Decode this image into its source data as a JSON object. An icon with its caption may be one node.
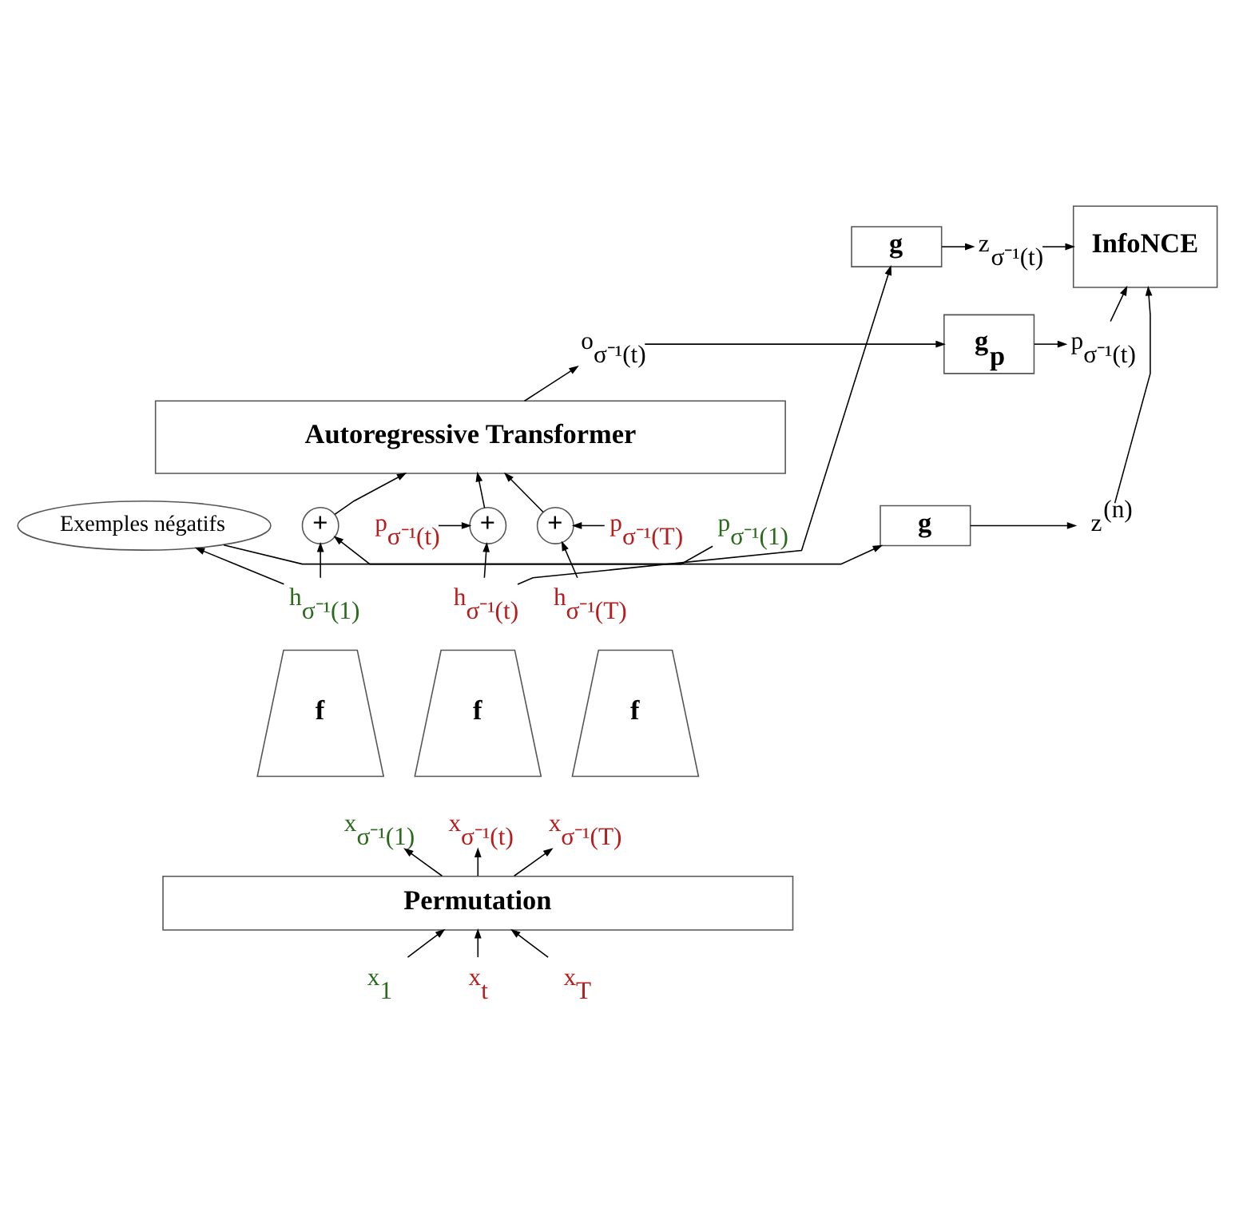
{
  "diagram": {
    "nodes": [
      {
        "text": [
          "Exemples négatifs"
        ]
      },
      {
        "text": [
          "g"
        ]
      },
      {
        "text": [
          "z$^{(n)}$"
        ]
      },
      {
        "text": [
          "InfoNCE"
        ]
      },
      {
        "text": [
          "g"
        ]
      },
      {
        "text": [
          "z$_{σ⁻¹(t)}$"
        ]
      },
      {
        "text": [
          "o$_{σ⁻¹(t)}$"
        ]
      },
      {
        "text": [
          "g$_{p}$"
        ]
      },
      {
        "text": [
          "p$_{σ⁻¹(t)}$"
        ]
      },
      {
        "text": [
          "Autoregressive Transformer"
        ]
      },
      {
        "text": [
          "+"
        ]
      },
      {
        "text": [
          "p$_{σ⁻¹(1)}$"
        ]
      },
      {
        "text": [
          "+"
        ]
      },
      {
        "text": [
          "p$_{σ⁻¹(t)}$"
        ]
      },
      {
        "text": [
          "+"
        ]
      },
      {
        "text": [
          "p$_{σ⁻¹(T)}$"
        ]
      },
      {
        "text": [
          "h$_{σ⁻¹(1)}$"
        ]
      },
      {
        "text": [
          "h$_{σ⁻¹(t)}$"
        ]
      },
      {
        "text": [
          "h$_{σ⁻¹(T)}$"
        ]
      },
      {
        "text": [
          "f"
        ]
      },
      {
        "text": [
          "f"
        ]
      },
      {
        "text": [
          "f"
        ]
      },
      {
        "text": [
          "x$_{σ⁻¹(1)}$"
        ]
      },
      {
        "text": [
          "x$_{σ⁻¹(t)}$"
        ]
      },
      {
        "text": [
          "x$_{σ⁻¹(T)}$"
        ]
      },
      {
        "text": [
          "Permutation"
        ]
      },
      {
        "text": [
          "x$_{1}$"
        ]
      },
      {
        "text": [
          "x$_{t}$"
        ]
      },
      {
        "text": [
          "x$_{T}$"
        ]
      }
    ],
    "edges": [
      {
        "from": 0,
        "to": 1,
        "arrow": "to"
      },
      {
        "from": 1,
        "to": 2,
        "arrow": "to"
      },
      {
        "from": 2,
        "to": 3,
        "arrow": "to"
      },
      {
        "from": 4,
        "to": 5,
        "arrow": "to"
      },
      {
        "from": 5,
        "to": 3,
        "arrow": "to"
      },
      {
        "from": 6,
        "to": 7,
        "arrow": "to"
      },
      {
        "from": 7,
        "to": 8,
        "arrow": "to"
      },
      {
        "from": 8,
        "to": 3,
        "arrow": "to"
      },
      {
        "from": 9,
        "to": 6,
        "arrow": "to"
      },
      {
        "from": 17,
        "to": 4,
        "arrow": "to"
      },
      {
        "from": 16,
        "to": 0,
        "arrow": "to"
      },
      {
        "from": 10,
        "to": 9,
        "arrow": "to"
      },
      {
        "from": 12,
        "to": 9,
        "arrow": "to"
      },
      {
        "from": 14,
        "to": 9,
        "arrow": "to"
      },
      {
        "from": 11,
        "to": 10,
        "arrow": "to"
      },
      {
        "from": 13,
        "to": 12,
        "arrow": "to"
      },
      {
        "from": 15,
        "to": 14,
        "arrow": "to"
      },
      {
        "from": 16,
        "to": 10,
        "arrow": "to"
      },
      {
        "from": 17,
        "to": 12,
        "arrow": "to"
      },
      {
        "from": 18,
        "to": 14,
        "arrow": "to"
      },
      {
        "from": 25,
        "to": 22,
        "arrow": "to"
      },
      {
        "from": 25,
        "to": 23,
        "arrow": "to"
      },
      {
        "from": 25,
        "to": 24,
        "arrow": "to"
      },
      {
        "from": 26,
        "to": 25,
        "arrow": "to"
      },
      {
        "from": 27,
        "to": 25,
        "arrow": "to"
      },
      {
        "from": 28,
        "to": 25,
        "arrow": "to"
      }
    ]
  }
}
